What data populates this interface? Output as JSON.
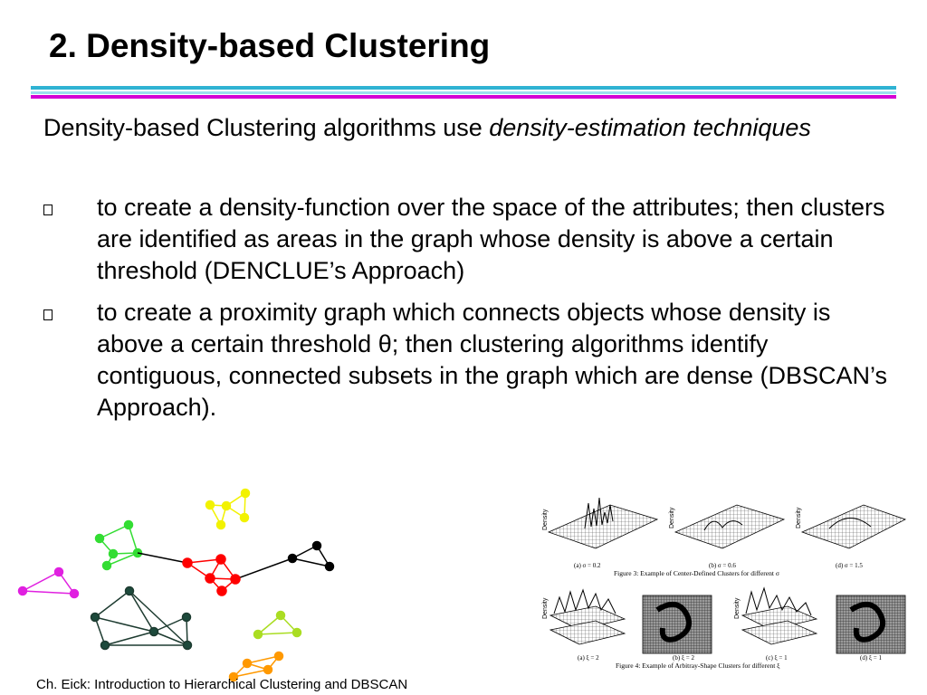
{
  "slide": {
    "title": "2. Density-based Clustering",
    "intro_plain": "Density-based Clustering algorithms use ",
    "intro_italic": "density-estimation techniques",
    "bullets": [
      "to create a density-function over the space of the attributes; then clusters are identified as areas in the graph whose density is above a certain threshold (DENCLUE’s Approach)",
      "to create a proximity graph which connects objects whose density is above a certain threshold θ; then clustering algorithms identify contiguous, connected subsets in the graph which are dense (DBSCAN’s Approach)."
    ],
    "footer": "Ch. Eick: Introduction to Hierarchical Clustering and DBSCAN"
  },
  "figures": {
    "fig3_caption": "Figure 3:  Example of Center-Defined Clusters for different σ",
    "fig3_panels": [
      "(a) σ = 0.2",
      "(b) σ = 0.6",
      "(d) σ = 1.5"
    ],
    "fig4_caption": "Figure 4:  Example of Arbitray-Shape Clusters for different ξ",
    "fig4_panels": [
      "(a) ξ = 2",
      "(b) ξ = 2",
      "(c) ξ = 1",
      "(d) ξ = 1"
    ],
    "axis_label": "Density"
  },
  "colors": {
    "rule_top": "#2fb3d3",
    "rule_mid": "#9be0ee",
    "rule_bottom": "#d400d4",
    "cluster_yellow": "#f2f200",
    "cluster_green": "#33dd33",
    "cluster_red": "#ff0000",
    "cluster_black": "#000000",
    "cluster_magenta": "#e020e0",
    "cluster_darkteal": "#1d4a3c",
    "cluster_lime": "#aadd22",
    "cluster_orange": "#ff9900"
  }
}
